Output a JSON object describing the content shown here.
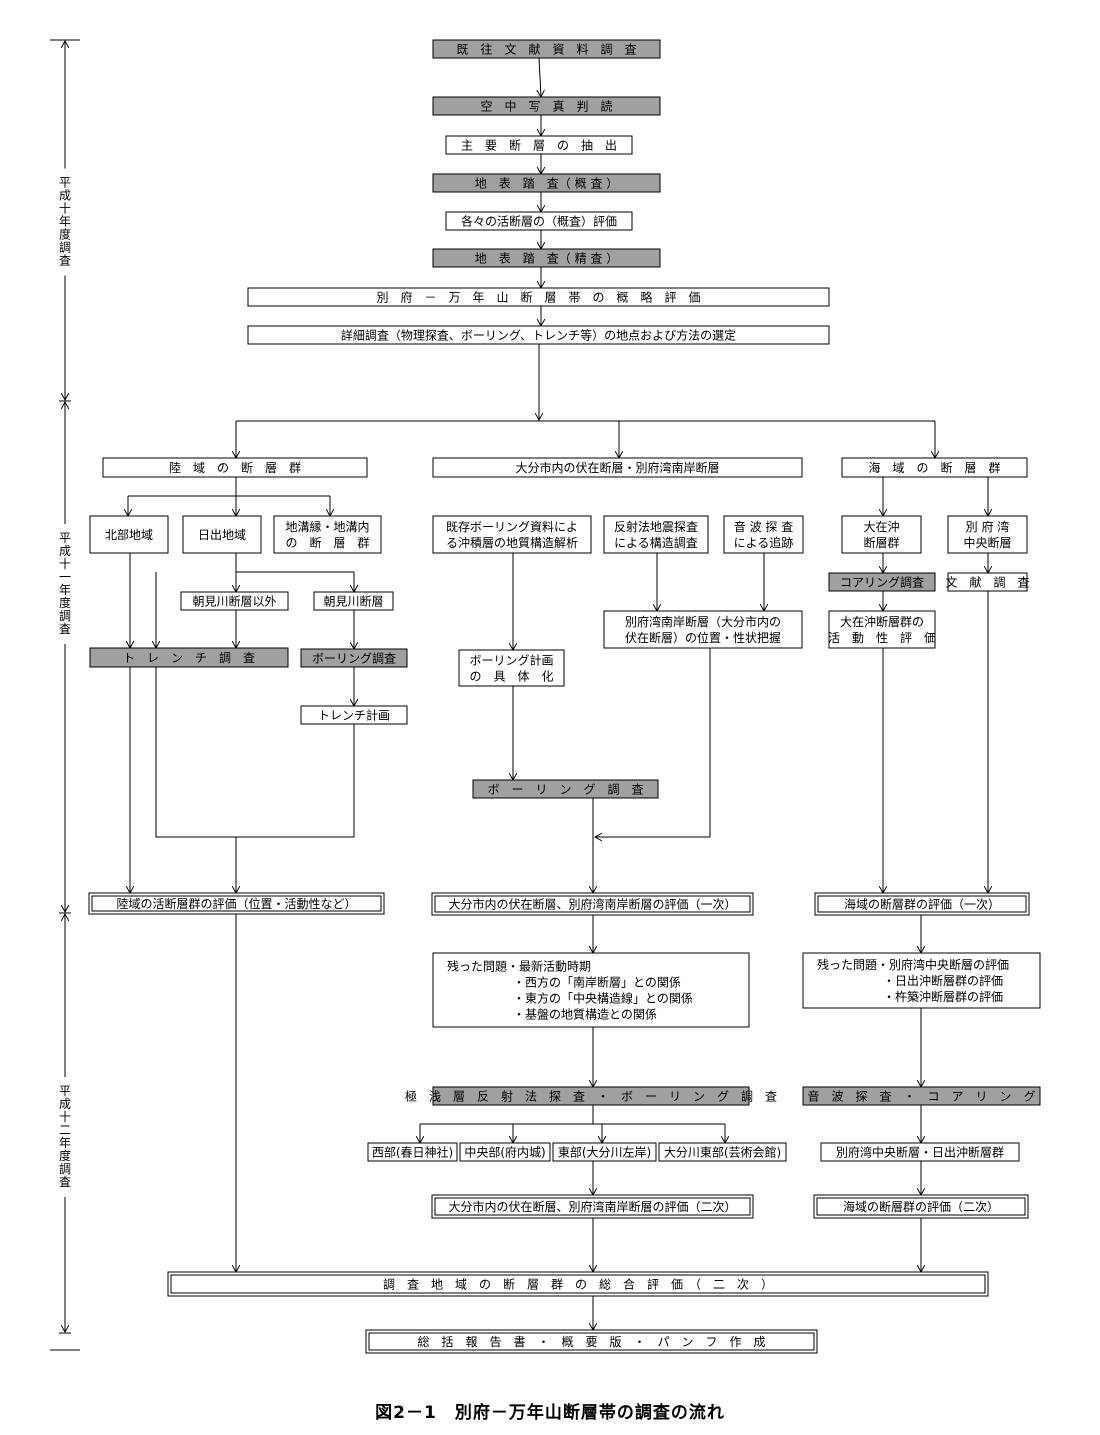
{
  "caption": "図2－1　別府－万年山断層帯の調査の流れ",
  "colors": {
    "shaded_fill": "#a0a0a0",
    "plain_fill": "#ffffff",
    "line": "#000000"
  },
  "phases": [
    {
      "id": "h10",
      "label": "平成十年度調査"
    },
    {
      "id": "h11",
      "label": "平成十一年度調査"
    },
    {
      "id": "h12",
      "label": "平成十二年度調査"
    }
  ],
  "nodes": {
    "lit_survey": {
      "lines": [
        "既　往　文　献　資　料　調　査"
      ]
    },
    "aerial": {
      "lines": [
        "空　中　写　真　判　読"
      ]
    },
    "main_fault": {
      "lines": [
        "主　要　断　層　の　抽　出"
      ]
    },
    "surf1": {
      "lines": [
        "地　表　踏　査（ 概 査 ）"
      ]
    },
    "eval_each": {
      "lines": [
        "各々の活断層の（概査）評価"
      ]
    },
    "surf2": {
      "lines": [
        "地　表　踏　査（ 精 査 ）"
      ]
    },
    "rough_eval": {
      "lines": [
        "別　府　－　万　年　山　断　層　帯　の　概　略　評　価"
      ]
    },
    "select_sites": {
      "lines": [
        "詳細調査（物理探査、ボーリング、トレンチ等）の地点および方法の選定"
      ]
    },
    "land_group": {
      "lines": [
        "陸　域　の　断　層　群"
      ]
    },
    "oita_group": {
      "lines": [
        "大分市内の伏在断層・別府湾南岸断層"
      ]
    },
    "sea_group": {
      "lines": [
        "海　域　の　断　層　群"
      ]
    },
    "north": {
      "lines": [
        "北部地域"
      ]
    },
    "hiji": {
      "lines": [
        "日出地域"
      ]
    },
    "graben": {
      "lines": [
        "地溝縁・地溝内",
        "の　断　層　群"
      ]
    },
    "asami_other": {
      "lines": [
        "朝見川断層以外"
      ]
    },
    "asami": {
      "lines": [
        "朝見川断層"
      ]
    },
    "trench_survey": {
      "lines": [
        "ト　レ　ン　チ　調　査"
      ]
    },
    "boring_survey_small": {
      "lines": [
        "ボーリング調査"
      ]
    },
    "trench_plan": {
      "lines": [
        "トレンチ計画"
      ]
    },
    "existing_boring": {
      "lines": [
        "既存ボーリング資料によ",
        "る沖積層の地質構造解析"
      ]
    },
    "reflection": {
      "lines": [
        "反射法地震探査",
        "による構造調査"
      ]
    },
    "sonic": {
      "lines": [
        "音 波 探 査",
        "による追跡"
      ]
    },
    "beppu_south_pos": {
      "lines": [
        "別府湾南岸断層（大分市内の",
        "伏在断層）の位置・性状把握"
      ]
    },
    "boring_plan": {
      "lines": [
        "ボーリング計画",
        "の　具　体　化"
      ]
    },
    "boring_big": {
      "lines": [
        "ボ　ー　リ　ン　グ　調　査"
      ]
    },
    "oaki": {
      "lines": [
        "大在沖",
        "断層群"
      ]
    },
    "beppu_central": {
      "lines": [
        "別 府 湾",
        "中央断層"
      ]
    },
    "coring1": {
      "lines": [
        "コアリング調査"
      ]
    },
    "lit2": {
      "lines": [
        "文　献　調　査"
      ]
    },
    "oaki_eval": {
      "lines": [
        "大在沖断層群の",
        "活　動　性　評　価"
      ]
    },
    "land_eval": {
      "lines": [
        "陸域の活断層群の評価（位置・活動性など）"
      ]
    },
    "oita_eval1": {
      "lines": [
        "大分市内の伏在断層、別府湾南岸断層の評価（一次）"
      ]
    },
    "sea_eval1": {
      "lines": [
        "海域の断層群の評価（一次）"
      ]
    },
    "remain_oita": {
      "lines": [
        "残った問題・最新活動時期",
        "・西方の「南岸断層」との関係",
        "・東方の「中央構造線」との関係",
        "・基盤の地質構造との関係"
      ]
    },
    "remain_sea": {
      "lines": [
        "残った問題・別府湾中央断層の評価",
        "・日出沖断層群の評価",
        "・杵築沖断層群の評価"
      ]
    },
    "shallow_reflection": {
      "lines": [
        "極　浅　層　反　射　法　探　査　・　ボ　ー　リ　ン　グ　調　査"
      ]
    },
    "sonic_coring": {
      "lines": [
        "音　波　探　査　・　コ　ア　リ　ン　グ"
      ]
    },
    "site_west": {
      "lines": [
        "西部(春日神社)"
      ]
    },
    "site_center": {
      "lines": [
        "中央部(府内城)"
      ]
    },
    "site_east": {
      "lines": [
        "東部(大分川左岸)"
      ]
    },
    "site_far_east": {
      "lines": [
        "大分川東部(芸術会館)"
      ]
    },
    "beppu_hiji": {
      "lines": [
        "別府湾中央断層・日出沖断層群"
      ]
    },
    "oita_eval2": {
      "lines": [
        "大分市内の伏在断層、別府湾南岸断層の評価（二次）"
      ]
    },
    "sea_eval2": {
      "lines": [
        "海域の断層群の評価（二次）"
      ]
    },
    "total_eval": {
      "lines": [
        "調　査　地　域　の　断　層　群　の　総　合　評　価　（　二　次　）"
      ]
    },
    "report": {
      "lines": [
        "総　括　報　告　書　・　概　要　版　・　パ　ン　フ　作　成"
      ]
    }
  }
}
